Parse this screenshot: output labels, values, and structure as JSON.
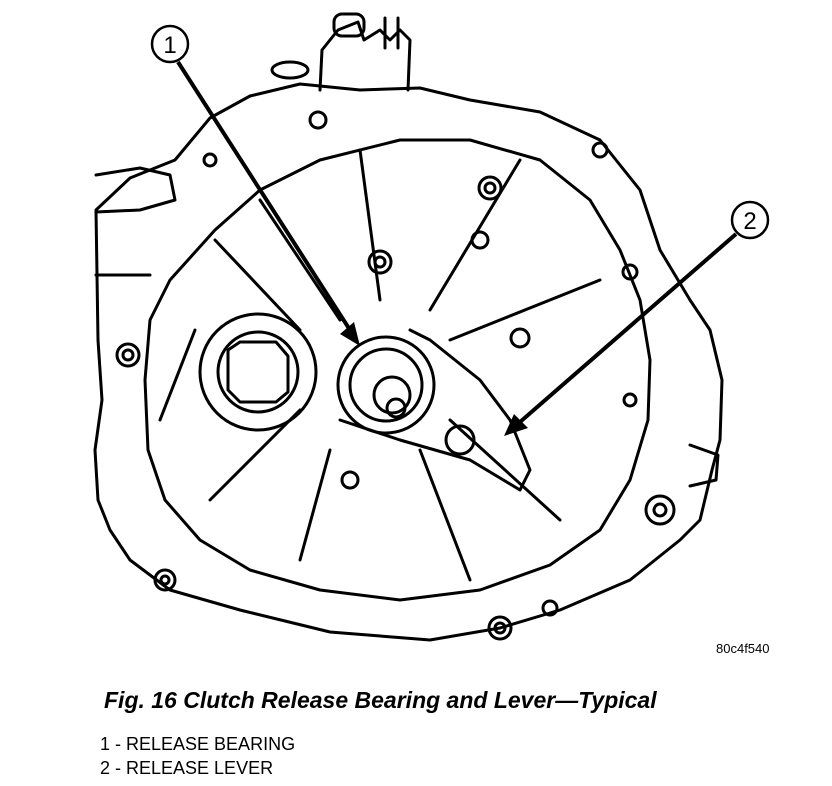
{
  "figure": {
    "code": "80c4f540",
    "caption": "Fig. 16 Clutch Release Bearing and Lever—Typical",
    "callouts": [
      {
        "number": "1",
        "label": "1 - RELEASE BEARING"
      },
      {
        "number": "2",
        "label": "2 - RELEASE LEVER"
      }
    ]
  }
}
